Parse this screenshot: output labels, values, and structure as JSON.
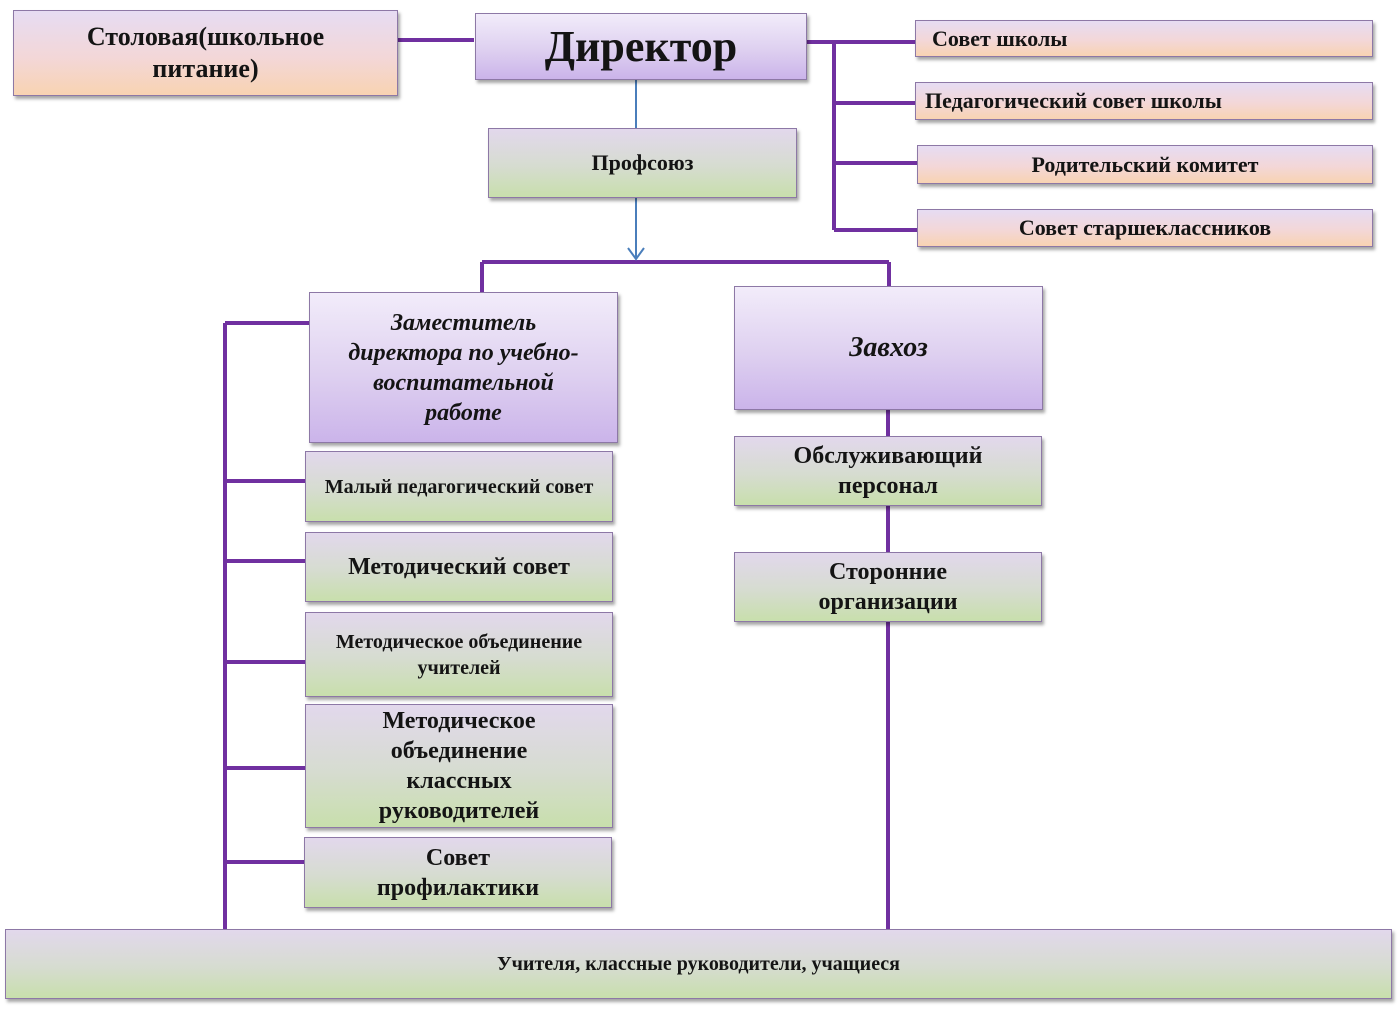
{
  "director": "Директор",
  "canteen": "Столовая(школьное питание)",
  "union": "Профсоюз",
  "councils": [
    "Совет школы",
    "Педагогический совет школы",
    "Родительский комитет",
    "Совет старшеклассников"
  ],
  "deputy": "Заместитель директора по учебно-воспитательной работе",
  "deputy_units": [
    "Малый педагогический совет",
    "Методический совет",
    "Методическое объединение учителей",
    "Методическое объединение классных руководителей",
    "Совет профилактики"
  ],
  "supply_manager": "Завхоз",
  "supply_units": [
    "Обслуживающий персонал",
    "Сторонние организации"
  ],
  "bottom": "Учителя, классные руководители, учащиеся",
  "colors": {
    "connector": "#7030a0",
    "arrow": "#4a7ebb",
    "peach": "#f8d3b2",
    "violet": "#cbb4ea",
    "green": "#c8dfac"
  }
}
